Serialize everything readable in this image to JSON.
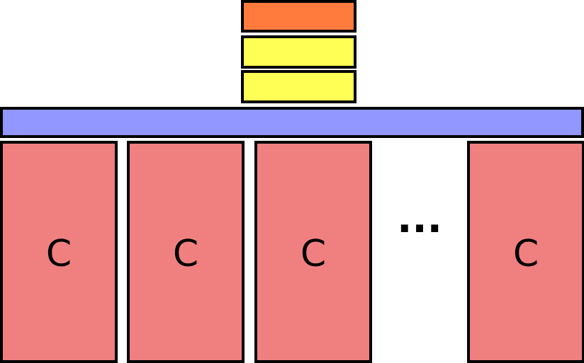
{
  "stack": {
    "blocks": [
      {
        "color": "#ff7a3d"
      },
      {
        "color": "#ffff55"
      },
      {
        "color": "#ffff55"
      }
    ]
  },
  "bus": {
    "color": "#9296ff"
  },
  "cores": {
    "color": "#f08080",
    "items": [
      {
        "label": "C"
      },
      {
        "label": "C"
      },
      {
        "label": "C"
      },
      {
        "label": "C"
      }
    ],
    "ellipsis": "..."
  }
}
